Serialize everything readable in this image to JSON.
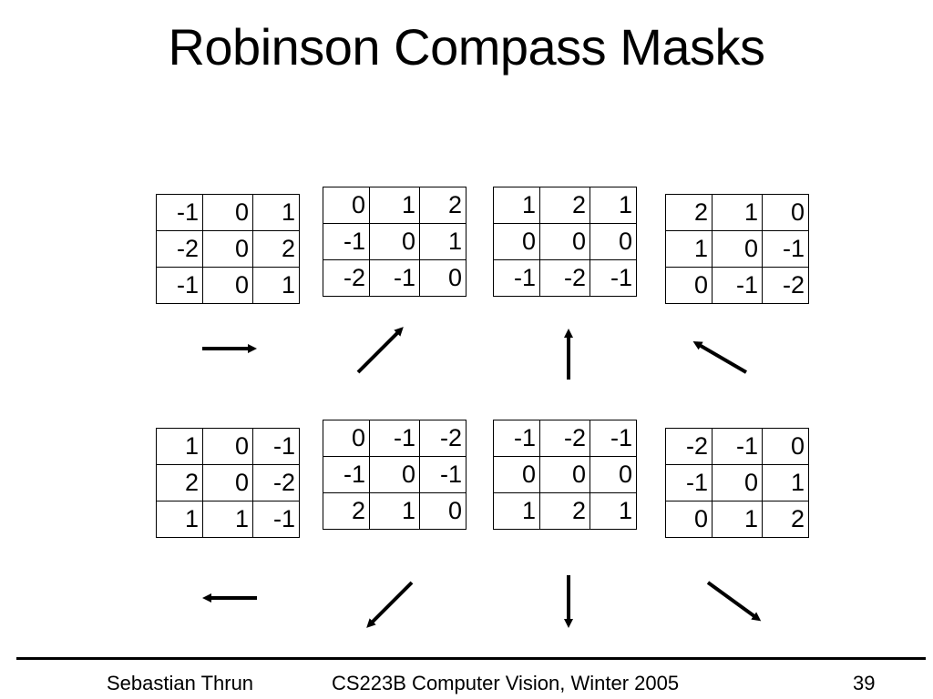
{
  "slide": {
    "title": "Robinson Compass Masks",
    "footer_author": "Sebastian Thrun",
    "footer_course": "CS223B Computer Vision, Winter 2005",
    "page_number": "39"
  },
  "masks": [
    {
      "rows": [
        [
          "-1",
          "0",
          "1"
        ],
        [
          "-2",
          "0",
          "2"
        ],
        [
          "-1",
          "0",
          "1"
        ]
      ],
      "arrow": "east"
    },
    {
      "rows": [
        [
          "0",
          "1",
          "2"
        ],
        [
          "-1",
          "0",
          "1"
        ],
        [
          "-2",
          "-1",
          "0"
        ]
      ],
      "arrow": "north-east"
    },
    {
      "rows": [
        [
          "1",
          "2",
          "1"
        ],
        [
          "0",
          "0",
          "0"
        ],
        [
          "-1",
          "-2",
          "-1"
        ]
      ],
      "arrow": "north"
    },
    {
      "rows": [
        [
          "2",
          "1",
          "0"
        ],
        [
          "1",
          "0",
          "-1"
        ],
        [
          "0",
          "-1",
          "-2"
        ]
      ],
      "arrow": "north-west"
    },
    {
      "rows": [
        [
          "1",
          "0",
          "-1"
        ],
        [
          "2",
          "0",
          "-2"
        ],
        [
          "1",
          "1",
          "-1"
        ]
      ],
      "arrow": "west"
    },
    {
      "rows": [
        [
          "0",
          "-1",
          "-2"
        ],
        [
          "-1",
          "0",
          "-1"
        ],
        [
          "2",
          "1",
          "0"
        ]
      ],
      "arrow": "south-west"
    },
    {
      "rows": [
        [
          "-1",
          "-2",
          "-1"
        ],
        [
          "0",
          "0",
          "0"
        ],
        [
          "1",
          "2",
          "1"
        ]
      ],
      "arrow": "south"
    },
    {
      "rows": [
        [
          "-2",
          "-1",
          "0"
        ],
        [
          "-1",
          "0",
          "1"
        ],
        [
          "0",
          "1",
          "2"
        ]
      ],
      "arrow": "south-east"
    }
  ]
}
